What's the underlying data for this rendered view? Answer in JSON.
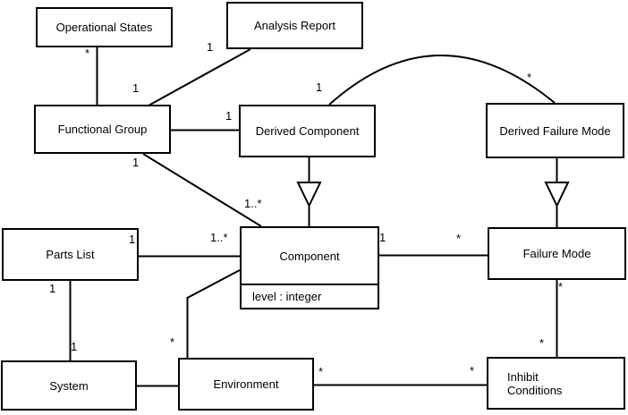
{
  "diagram": {
    "type": "uml-class-diagram",
    "colors": {
      "background": "#ffffff",
      "line": "#000000",
      "text": "#000000"
    },
    "classes": [
      {
        "name": "Operational States"
      },
      {
        "name": "Analysis Report"
      },
      {
        "name": "Functional Group"
      },
      {
        "name": "Derived Component"
      },
      {
        "name": "Derived Failure Mode"
      },
      {
        "name": "Component",
        "attributes": [
          "level : integer"
        ]
      },
      {
        "name": "Failure Mode"
      },
      {
        "name": "Parts List"
      },
      {
        "name": "System"
      },
      {
        "name": "Environment"
      },
      {
        "name": "Inhibit Conditions"
      }
    ],
    "multiplicity_labels": [
      {
        "text": "*",
        "assoc": "Operational States-Functional Group",
        "end": "Operational States"
      },
      {
        "text": "1",
        "assoc": "Analysis Report-Functional Group",
        "end": "Analysis Report"
      },
      {
        "text": "1",
        "assoc": "Analysis Report-Functional Group",
        "end": "Functional Group"
      },
      {
        "text": "1",
        "assoc": "Functional Group-Derived Component",
        "end": "Derived Component"
      },
      {
        "text": "1",
        "assoc": "Derived Component-Derived Failure Mode",
        "end": "Derived Component"
      },
      {
        "text": "*",
        "assoc": "Derived Component-Derived Failure Mode",
        "end": "Derived Failure Mode"
      },
      {
        "text": "1",
        "assoc": "Functional Group-Component",
        "end": "Functional Group"
      },
      {
        "text": "1..*",
        "assoc": "Functional Group-Component",
        "end": "Component"
      },
      {
        "text": "1",
        "assoc": "Parts List-Component",
        "end": "Parts List"
      },
      {
        "text": "1..*",
        "assoc": "Parts List-Component",
        "end": "Component"
      },
      {
        "text": "1",
        "assoc": "Component-Failure Mode",
        "end": "Component"
      },
      {
        "text": "*",
        "assoc": "Component-Failure Mode",
        "end": "Failure Mode"
      },
      {
        "text": "1",
        "assoc": "Parts List-System",
        "end": "Parts List"
      },
      {
        "text": "1",
        "assoc": "Parts List-System",
        "end": "System"
      },
      {
        "text": "*",
        "assoc": "Component-Environment",
        "end": "Environment"
      },
      {
        "text": "*",
        "assoc": "Failure Mode-Inhibit Conditions",
        "end": "Failure Mode"
      },
      {
        "text": "*",
        "assoc": "Failure Mode-Inhibit Conditions",
        "end": "Inhibit Conditions"
      },
      {
        "text": "*",
        "assoc": "Environment-Inhibit Conditions",
        "end": "Environment"
      },
      {
        "text": "*",
        "assoc": "Environment-Inhibit Conditions",
        "end": "Inhibit Conditions"
      }
    ]
  }
}
